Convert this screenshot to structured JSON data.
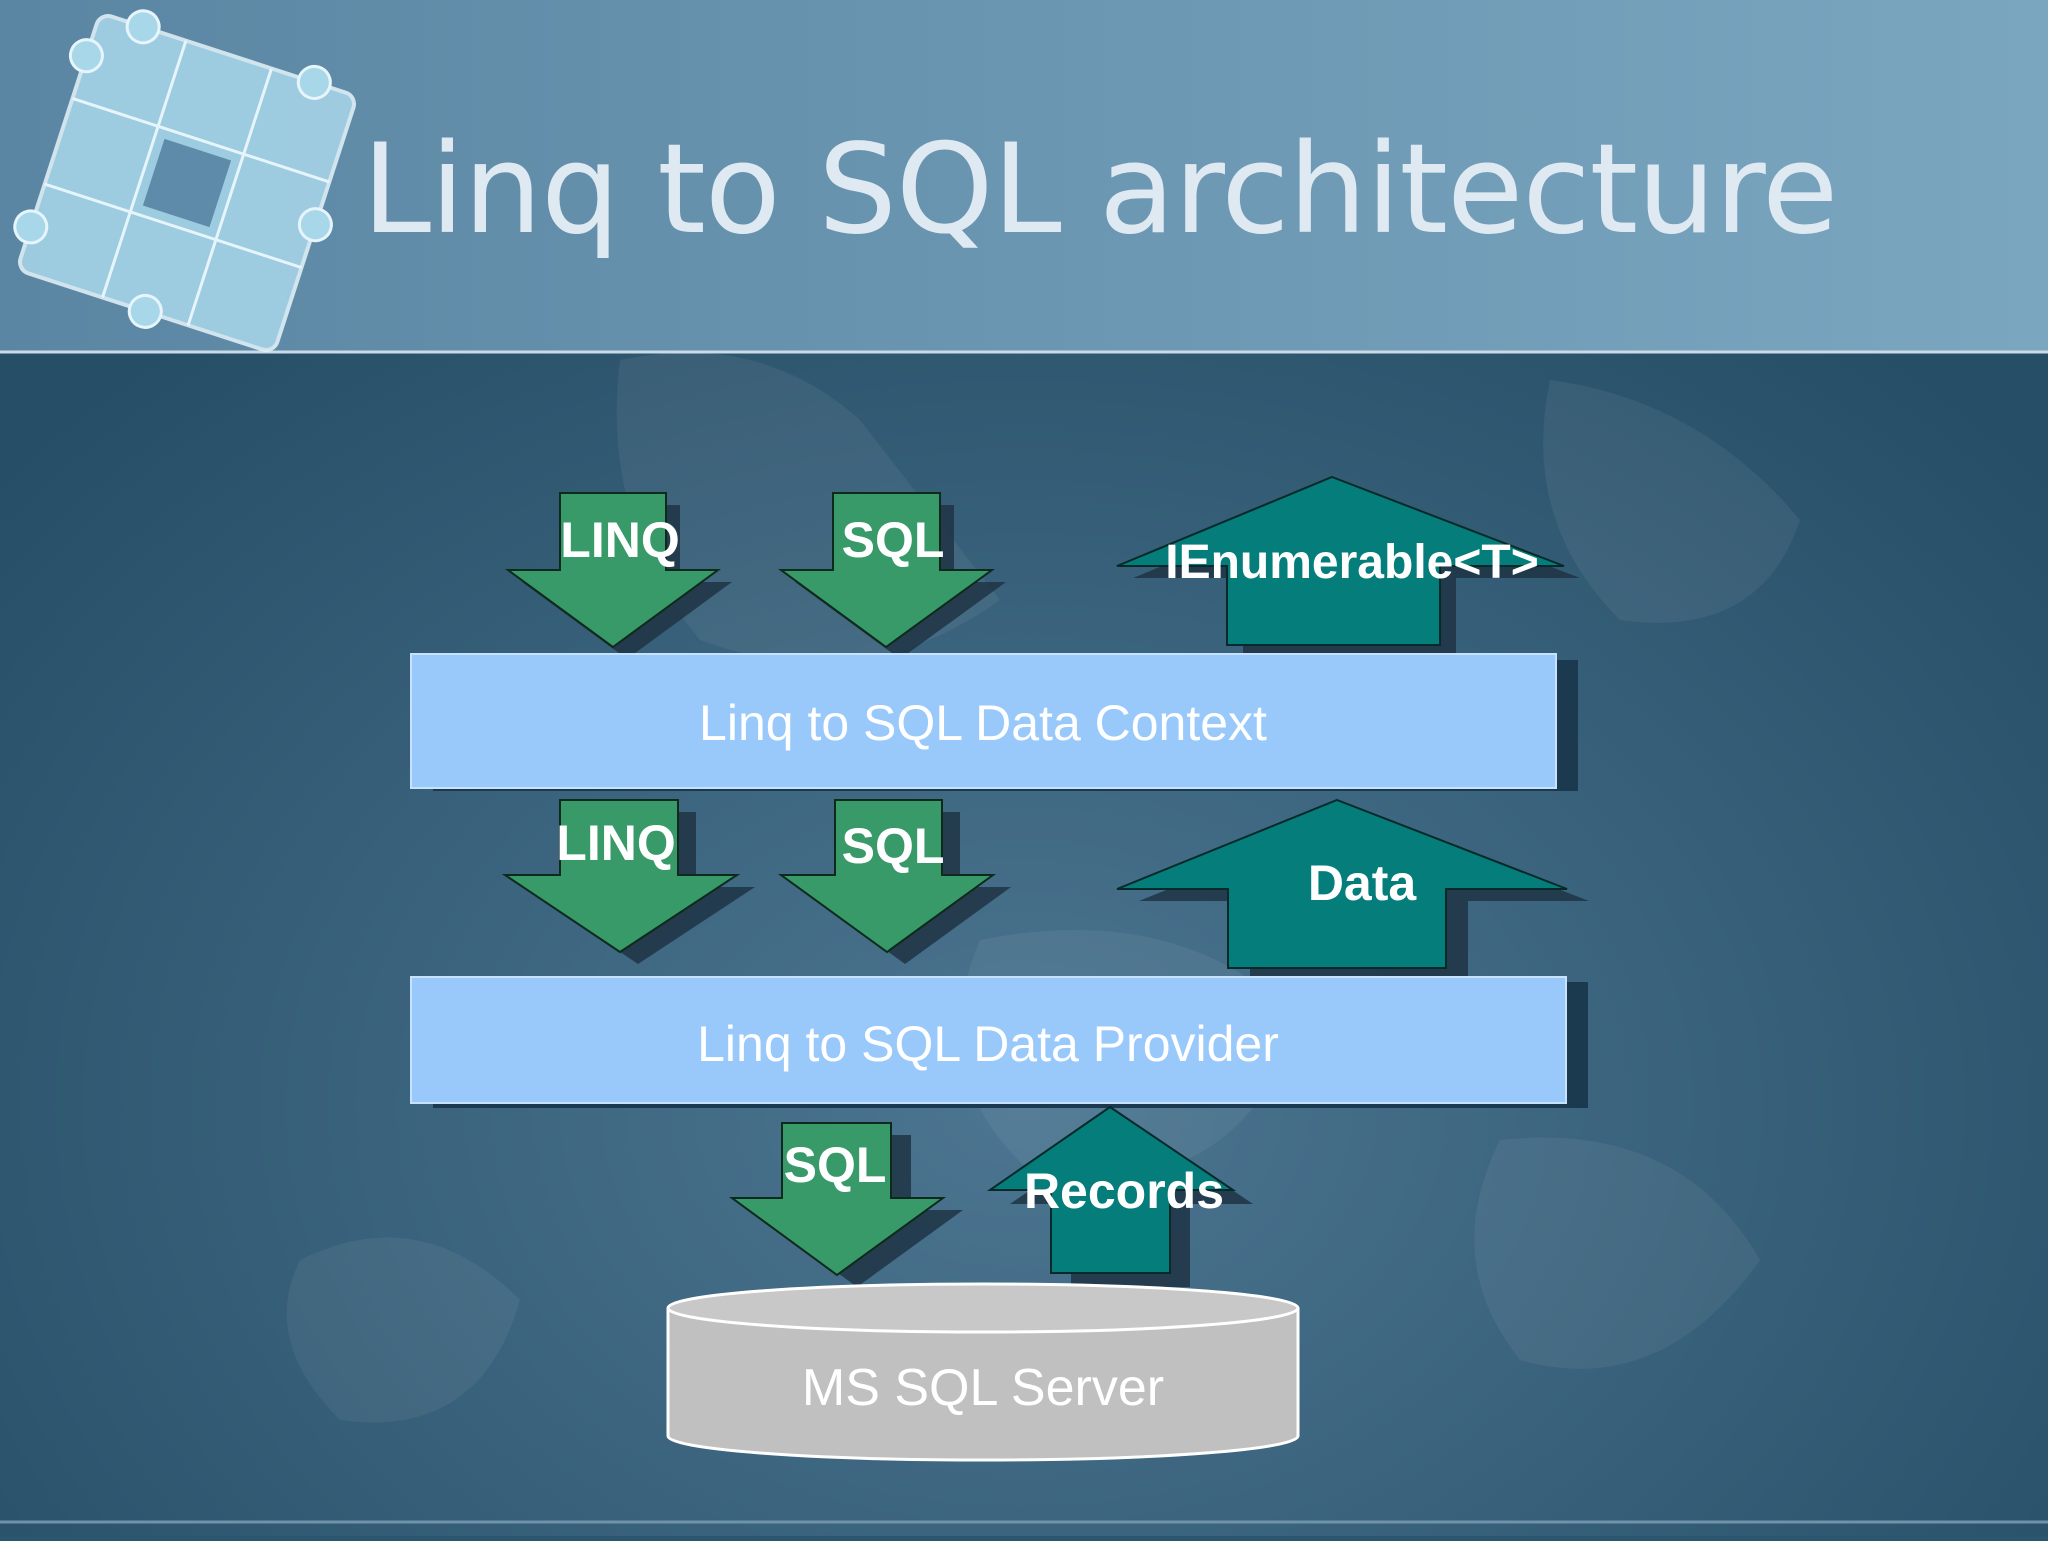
{
  "slide": {
    "title": "Linq to SQL architecture"
  },
  "diagram": {
    "layers": {
      "context": "Linq to SQL Data Context",
      "provider": "Linq to SQL Data Provider",
      "database": "MS SQL Server"
    },
    "arrows": {
      "top_linq": "LINQ",
      "top_sql": "SQL",
      "top_result": "IEnumerable<T>",
      "mid_linq": "LINQ",
      "mid_sql": "SQL",
      "mid_result": "Data",
      "bottom_sql": "SQL",
      "bottom_result": "Records"
    }
  },
  "colors": {
    "down_arrow": "#379a68",
    "up_arrow": "#047d7b",
    "layer_box": "#99c9fb",
    "database": "#c0c0c0",
    "header_band": "#5d8daa",
    "body_bg": "#2b5670"
  }
}
